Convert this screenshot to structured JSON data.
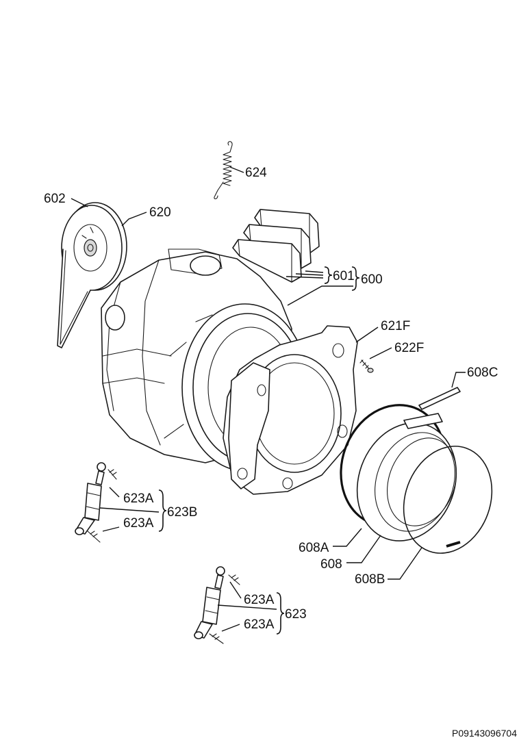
{
  "diagram": {
    "labels": {
      "l624": "624",
      "l602": "602",
      "l620": "620",
      "l601": "601",
      "l600": "600",
      "l621F": "621F",
      "l622F": "622F",
      "l608C": "608C",
      "l623A_1": "623A",
      "l623A_2": "623A",
      "l623B": "623B",
      "l608A": "608A",
      "l608": "608",
      "l608B": "608B",
      "l623A_3": "623A",
      "l623A_4": "623A",
      "l623": "623"
    },
    "drawing_code": "P09143096704"
  }
}
